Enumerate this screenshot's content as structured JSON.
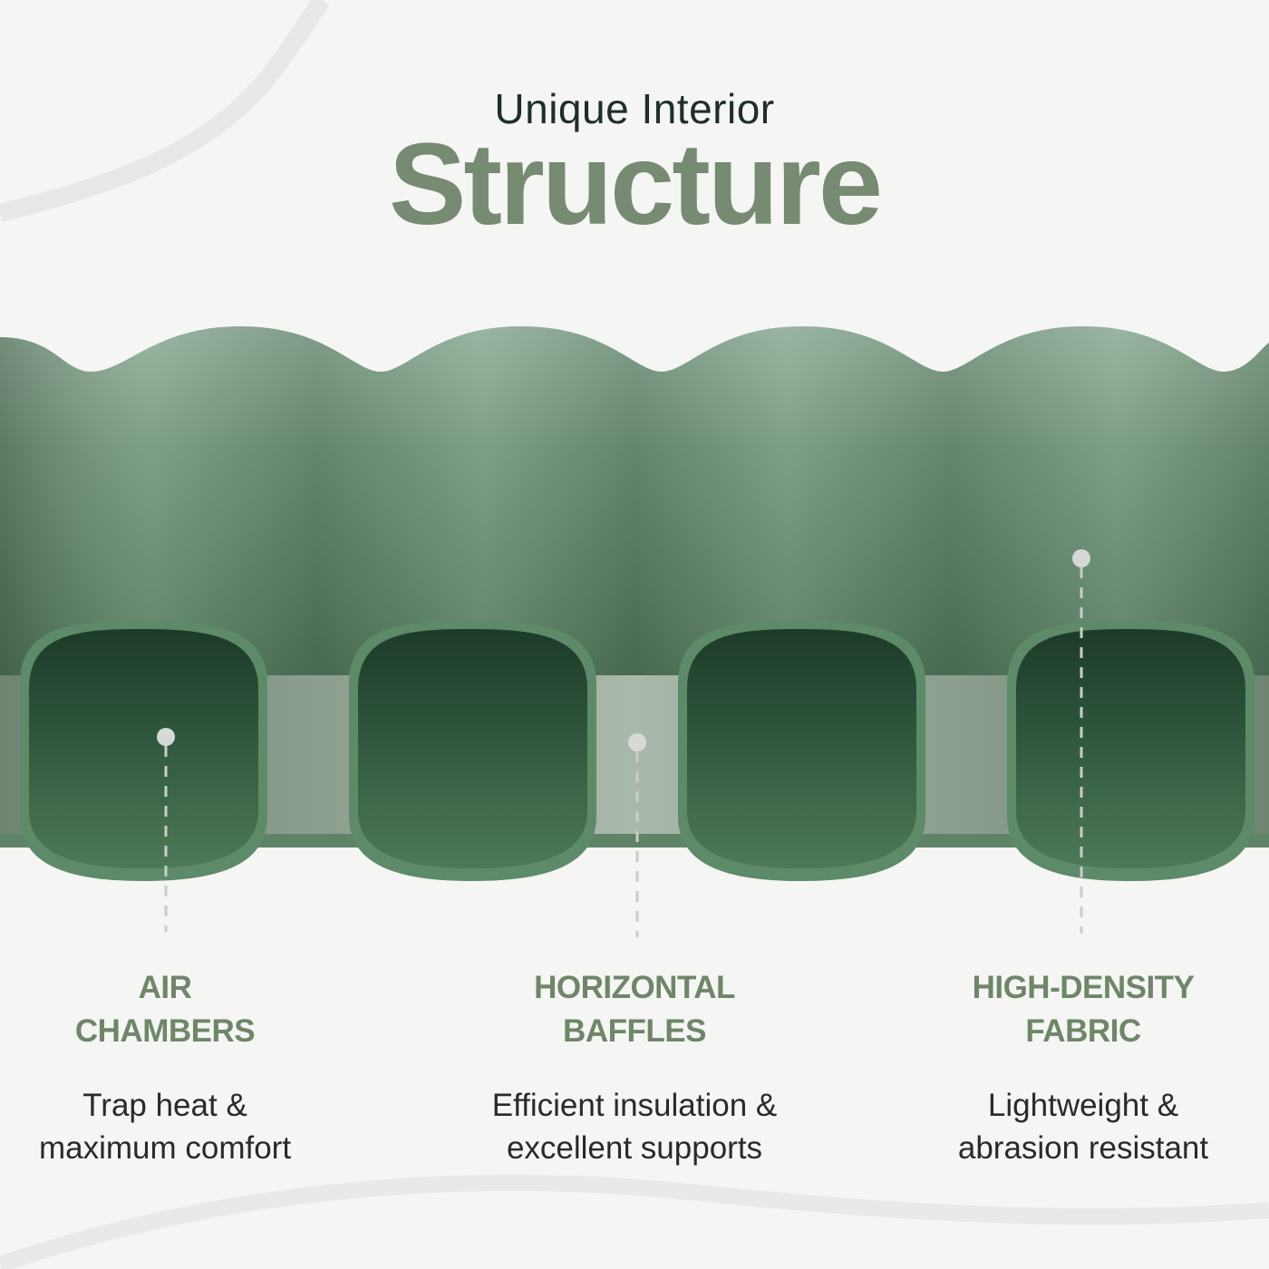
{
  "header": {
    "subtitle": "Unique Interior",
    "title": "Structure"
  },
  "features": [
    {
      "title": "AIR\nCHAMBERS",
      "description": "Trap heat &\nmaximum comfort"
    },
    {
      "title": "HORIZONTAL\nBAFFLES",
      "description": "Efficient insulation &\nexcellent supports"
    },
    {
      "title": "HIGH-DENSITY\nFABRIC",
      "description": "Lightweight &\nabrasion resistant"
    }
  ],
  "colors": {
    "background": "#f5f5f4",
    "accent_green": "#768b71",
    "mat_green": "#4f7a5c",
    "dark_text": "#1f2f26"
  }
}
